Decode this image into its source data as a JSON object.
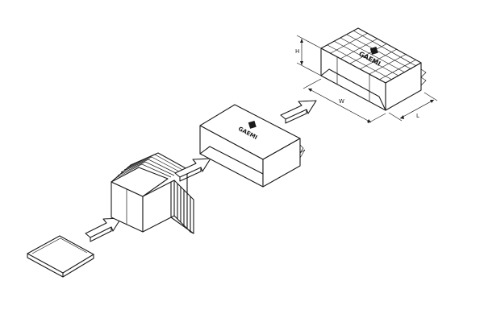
{
  "diagram": {
    "steps": [
      {
        "id": "flat-sheet"
      },
      {
        "id": "stacked-sheets"
      },
      {
        "id": "sleeve-box"
      },
      {
        "id": "packed-bundle"
      }
    ],
    "box_label": "GAEMI",
    "bundle_label": "GAEMI",
    "dimensions": {
      "height": "H",
      "width": "W",
      "length": "L"
    }
  }
}
